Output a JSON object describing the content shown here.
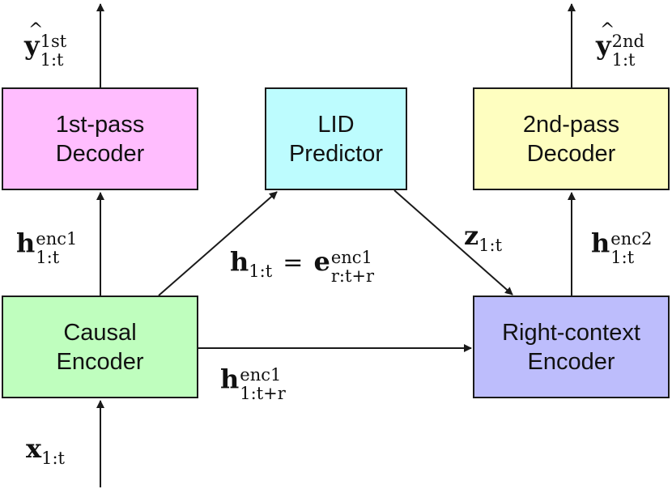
{
  "boxes": {
    "first_pass": {
      "line1": "1st-pass",
      "line2": "Decoder",
      "fill": "#ffbdfe"
    },
    "lid": {
      "line1": "LID",
      "line2": "Predictor",
      "fill": "#bdfcfe"
    },
    "second_pass": {
      "line1": "2nd-pass",
      "line2": "Decoder",
      "fill": "#fefec0"
    },
    "causal": {
      "line1": "Causal",
      "line2": "Encoder",
      "fill": "#bffebe"
    },
    "right_context": {
      "line1": "Right-context",
      "line2": "Encoder",
      "fill": "#bdbdfc"
    }
  },
  "labels": {
    "y_first": {
      "base": "y",
      "sup": "1st",
      "sub": "1:t"
    },
    "y_second": {
      "base": "y",
      "sup": "2nd",
      "sub": "1:t"
    },
    "h_enc1": {
      "base": "h",
      "sup": "enc1",
      "sub": "1:t"
    },
    "h_enc2": {
      "base": "h",
      "sup": "enc2",
      "sub": "1:t"
    },
    "h_enc1_tr": {
      "base": "h",
      "sup": "enc1",
      "sub": "1:t+r"
    },
    "h_eq": {
      "lhs_base": "h",
      "lhs_sub": "1:t",
      "eq": "=",
      "rhs_base": "e",
      "rhs_sup": "enc1",
      "rhs_sub": "r:t+r"
    },
    "z": {
      "base": "z",
      "sub": "1:t"
    },
    "x": {
      "base": "x",
      "sub": "1:t"
    }
  },
  "colors": {
    "stroke": "#1a1a1a"
  }
}
